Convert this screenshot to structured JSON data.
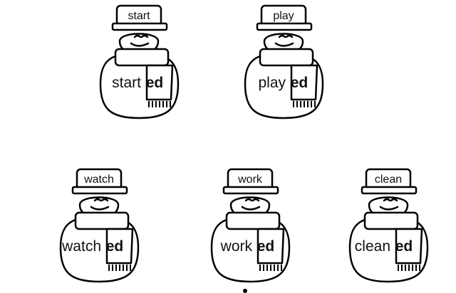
{
  "snowmen": [
    {
      "hat_word": "start",
      "root_word": "start",
      "suffix": "ed"
    },
    {
      "hat_word": "play",
      "root_word": "play",
      "suffix": "ed"
    },
    {
      "hat_word": "watch",
      "root_word": "watch",
      "suffix": "ed"
    },
    {
      "hat_word": "work",
      "root_word": "work",
      "suffix": "ed"
    },
    {
      "hat_word": "clean",
      "root_word": "clean",
      "suffix": "ed"
    }
  ]
}
